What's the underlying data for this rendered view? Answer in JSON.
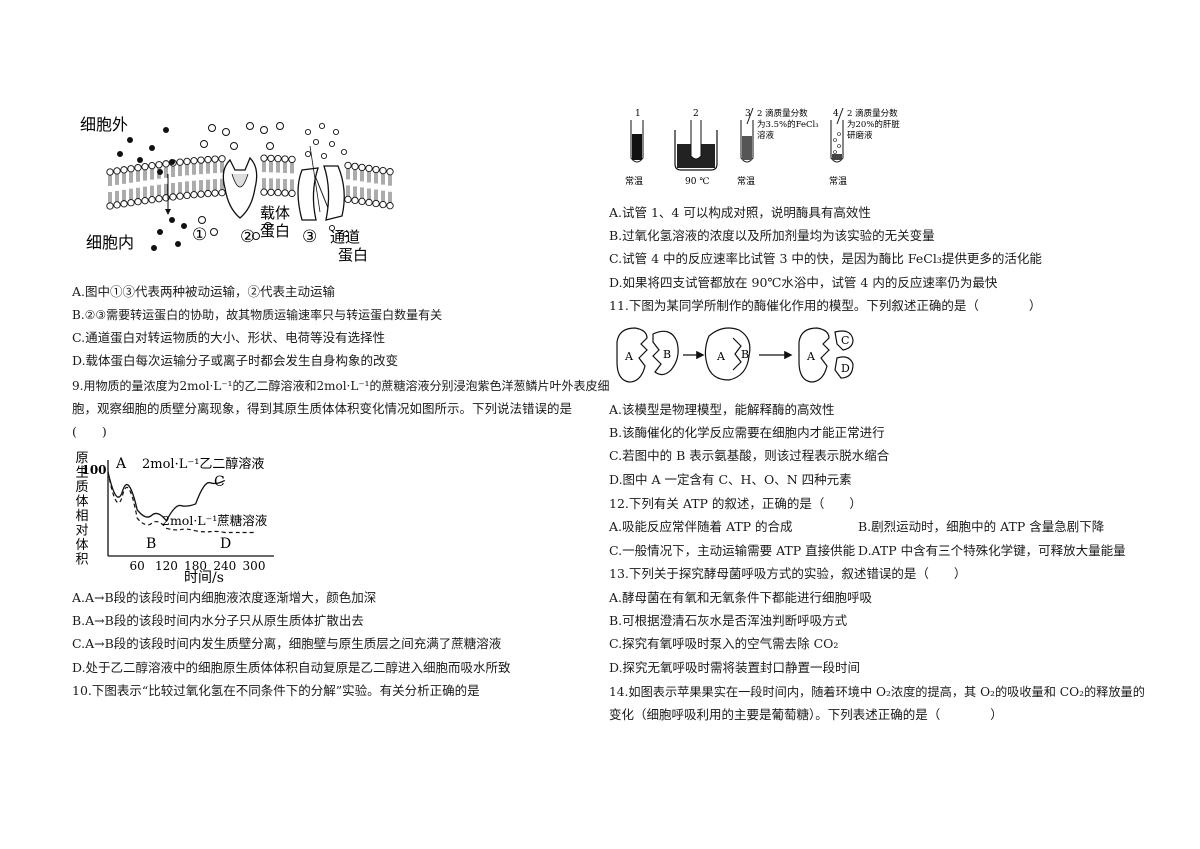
{
  "membrane_fig": {
    "outside": "细胞外",
    "inside": "细胞内",
    "n1": "①",
    "n2": "②",
    "n3": "③",
    "carrier_a": "载体",
    "carrier_b": "蛋白",
    "channel_a": "通道",
    "channel_b": "蛋白"
  },
  "q8_options": [
    "A.图中①③代表两种被动运输，②代表主动运输",
    "B.②③需要转运蛋白的协助，故其物质运输速率只与转运蛋白数量有关",
    "C.通道蛋白对转运物质的大小、形状、电荷等没有选择性",
    "D.载体蛋白每次运输分子或离子时都会发生自身构象的改变"
  ],
  "q9_stem_1": "9.用物质的量浓度为2mol·L⁻¹的乙二醇溶液和2mol·L⁻¹的蔗糖溶液分别浸泡紫色洋葱鳞片叶外表皮细",
  "q9_stem_2": "胞，观察细胞的质壁分离现象，得到其原生质体体积变化情况如图所示。下列说法错误的是",
  "q9_paren": "(　　)",
  "q9_chart": {
    "ylabel": [
      "原",
      "生",
      "质",
      "体",
      "相",
      "对",
      "体",
      "积"
    ],
    "xlabel": "时间/s",
    "y_tick": "100",
    "x_ticks": [
      "60",
      "120",
      "180",
      "240",
      "300"
    ],
    "label_A": "A",
    "label_B": "B",
    "label_C": "C",
    "label_D": "D",
    "series1": "2mol·L⁻¹乙二醇溶液",
    "series2": "2mol·L⁻¹蔗糖溶液"
  },
  "chart_data": {
    "type": "line",
    "xlabel": "时间/s",
    "ylabel": "原生质体相对体积",
    "x_ticks": [
      60,
      120,
      180,
      240,
      300
    ],
    "series": [
      {
        "name": "2mol·L⁻¹乙二醇溶液",
        "x": [
          0,
          60,
          120,
          180,
          240
        ],
        "y": [
          100,
          55,
          42,
          62,
          90
        ]
      },
      {
        "name": "2mol·L⁻¹蔗糖溶液",
        "x": [
          0,
          60,
          120,
          180,
          240,
          300
        ],
        "y": [
          100,
          45,
          33,
          30,
          28,
          28
        ]
      }
    ]
  },
  "q9_options": [
    "A.A→B段的该段时间内细胞液浓度逐渐增大，颜色加深",
    "B.A→B段的该段时间内水分子只从原生质体扩散出去",
    "C.A→B段的该段时间内发生质壁分离，细胞壁与原生质层之间充满了蔗糖溶液",
    "D.处于乙二醇溶液中的细胞原生质体体积自动复原是乙二醇进入细胞而吸水所致"
  ],
  "q10_stem": "10.下图表示“比较过氧化氢在不同条件下的分解”实验。有关分析正确的是",
  "tube_fig": {
    "n1": "1",
    "n2": "2",
    "n3": "3",
    "n4": "4",
    "t3_l1": "2 滴质量分数",
    "t3_l2": "为3.5%的FeCl₃",
    "t3_l3": "溶液",
    "t4_l1": "2 滴质量分数",
    "t4_l2": "为20%的肝脏",
    "t4_l3": "研磨液",
    "c1": "常温",
    "c2": "90 ℃",
    "c3": "常温",
    "c4": "常温"
  },
  "q10_options": [
    "A.试管 1、4 可以构成对照，说明酶具有高效性",
    "B.过氧化氢溶液的浓度以及所加剂量均为该实验的无关变量",
    "C.试管 4 中的反应速率比试管 3 中的快，是因为酶比 FeCl₃提供更多的活化能",
    "D.如果将四支试管都放在 90℃水浴中，试管 4 内的反应速率仍为最快"
  ],
  "q11_stem": "11.下图为某同学所制作的酶催化作用的模型。下列叙述正确的是（　　　　）",
  "enzyme_fig": {
    "A": "A",
    "B": "B",
    "C": "C",
    "D": "D"
  },
  "q11_options": [
    "A.该模型是物理模型，能解释酶的高效性",
    "B.该酶催化的化学反应需要在细胞内才能正常进行",
    "C.若图中的 B 表示氨基酸，则该过程表示脱水缩合",
    "D.图中 A 一定含有 C、H、O、N 四种元素"
  ],
  "q12_stem": "12.下列有关 ATP 的叙述，正确的是（　　）",
  "q12_options": [
    "A.吸能反应常伴随着 ATP 的合成",
    "B.剧烈运动时，细胞中的 ATP 含量急剧下降",
    "C.一般情况下，主动运输需要 ATP 直接供能",
    "D.ATP 中含有三个特殊化学键，可释放大量能量"
  ],
  "q13_stem": "13.下列关于探究酵母菌呼吸方式的实验，叙述错误的是（　　）",
  "q13_options": [
    "A.酵母菌在有氧和无氧条件下都能进行细胞呼吸",
    "B.可根据澄清石灰水是否浑浊判断呼吸方式",
    "C.探究有氧呼吸时泵入的空气需去除 CO₂",
    "D.探究无氧呼吸时需将装置封口静置一段时间"
  ],
  "q14_stem_1": "14.如图表示苹果果实在一段时间内，随着环境中 O₂浓度的提高，其 O₂的吸收量和 CO₂的释放量的",
  "q14_stem_2": "变化（细胞呼吸利用的主要是葡萄糖）。下列表述正确的是（　　　　）"
}
